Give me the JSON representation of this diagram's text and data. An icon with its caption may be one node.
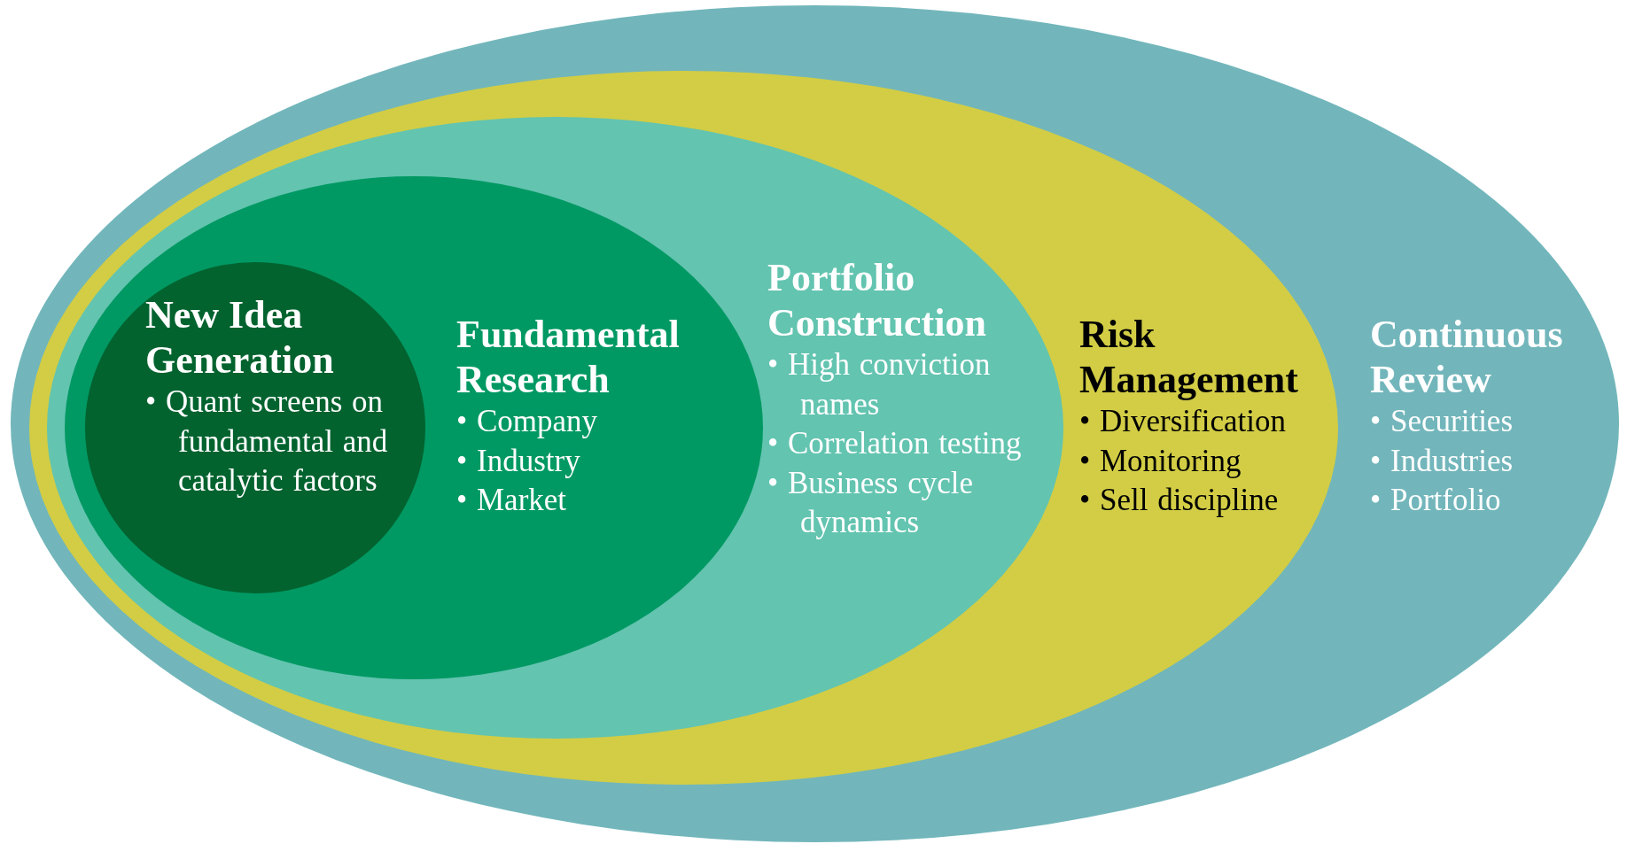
{
  "diagram": {
    "nodes": [
      {
        "text": [
          "Continuous Review",
          "• Securities",
          "• Industries",
          "• Portfolio"
        ]
      },
      {
        "text": [
          "Risk Management",
          "• Diversification",
          "• Monitoring",
          "• Sell discipline"
        ],
        "in": 0
      },
      {
        "text": [
          "Portfolio Construction",
          "• High conviction names",
          "• Correlation testing",
          "• Business cycle dynamics"
        ],
        "in": 1
      },
      {
        "text": [
          "Fundamental Research",
          "• Company",
          "• Industry",
          "• Market"
        ],
        "in": 2
      },
      {
        "text": [
          "New Idea Generation",
          "• Quant screens on fundamental and catalytic factors"
        ],
        "in": 3
      }
    ]
  }
}
